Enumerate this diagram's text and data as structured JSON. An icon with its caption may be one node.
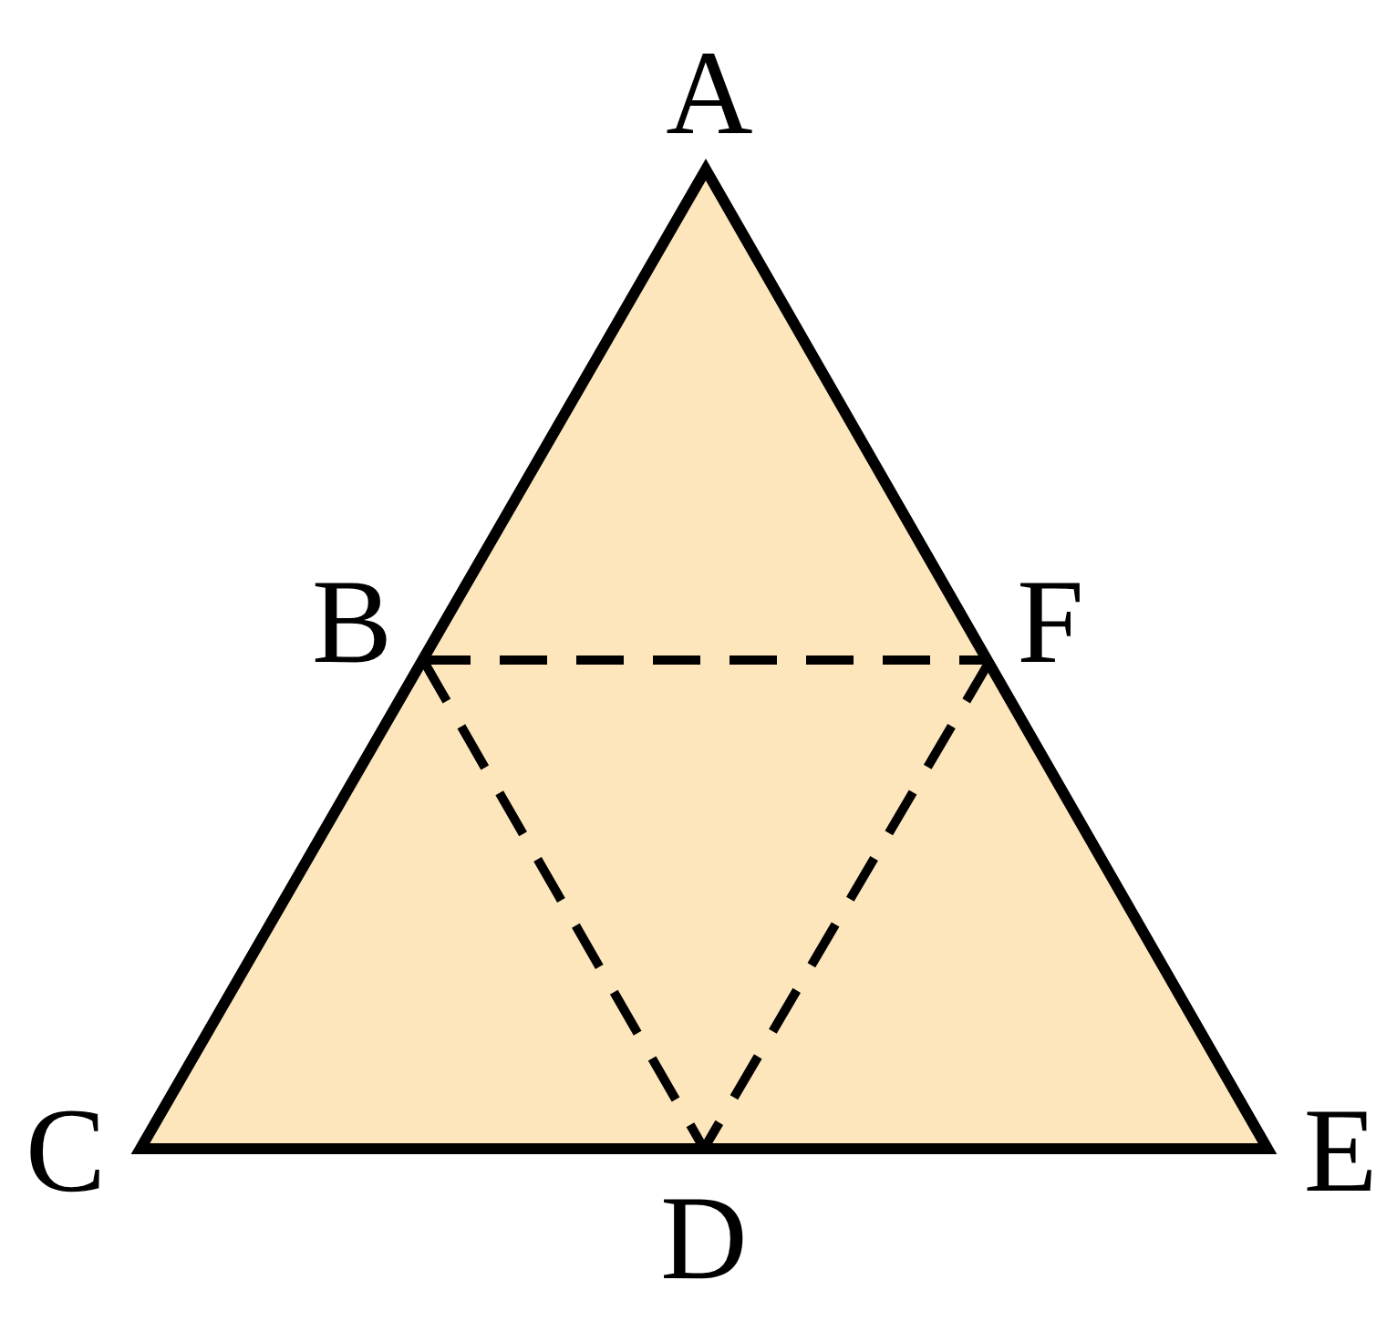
{
  "diagram": {
    "labels": [
      "A",
      "B",
      "F",
      "C",
      "E",
      "D"
    ]
  }
}
